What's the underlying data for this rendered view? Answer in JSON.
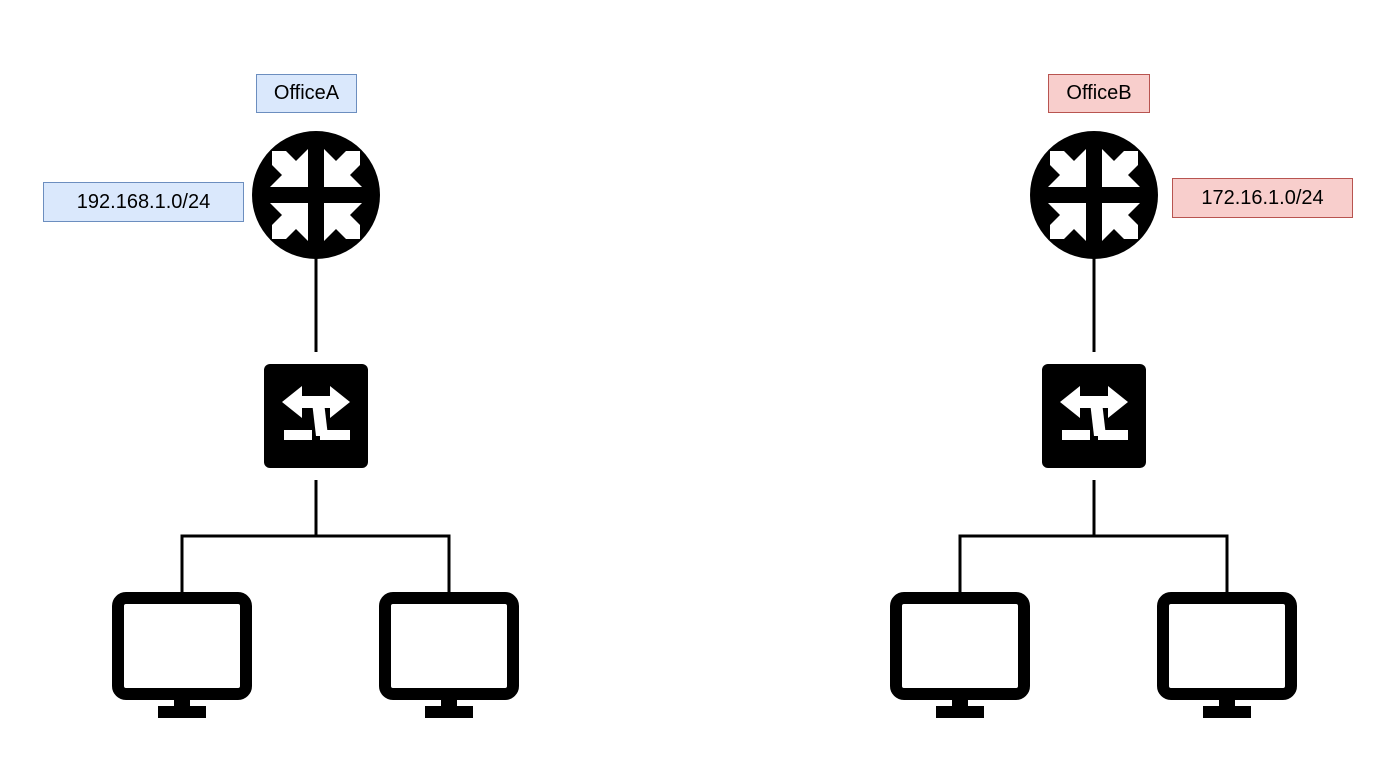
{
  "offices": [
    {
      "name": "OfficeA",
      "subnet": "192.168.1.0/24",
      "fill": "#dae8fc",
      "stroke": "#6c8ebf",
      "pc_count": 2
    },
    {
      "name": "OfficeB",
      "subnet": "172.16.1.0/24",
      "fill": "#f8cecc",
      "stroke": "#b85450",
      "pc_count": 2
    }
  ],
  "icons": {
    "router": "router-icon",
    "switch": "switch-icon",
    "pc": "monitor-icon"
  },
  "colors": {
    "icon": "#000000",
    "line": "#000000"
  }
}
